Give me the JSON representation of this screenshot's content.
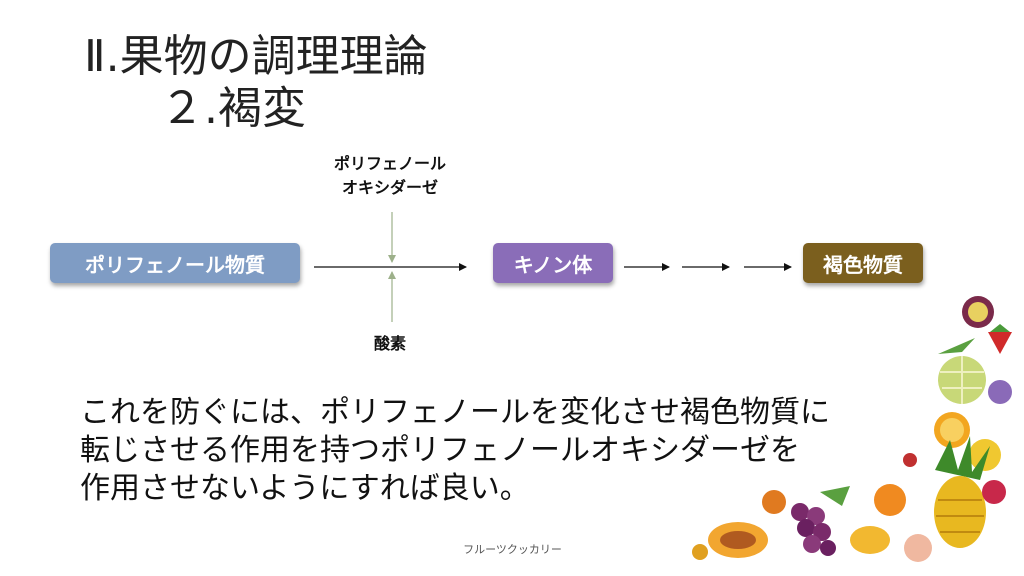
{
  "title": {
    "line1": "Ⅱ.果物の調理理論",
    "line2": "２.褐変"
  },
  "diagram": {
    "nodes": {
      "polyphenol": "ポリフェノール物質",
      "quinone": "キノン体",
      "brown": "褐色物質"
    },
    "enzyme_label": [
      "ポリフェノール",
      "オキシダーゼ"
    ],
    "oxygen_label": "酸素",
    "colors": {
      "polyphenol": "#7f9cc4",
      "quinone": "#8a6db8",
      "brown": "#7b5f1e",
      "arrow": "#111111",
      "input_arrow": "#9db08a"
    }
  },
  "body_text": [
    "これを防ぐには、ポリフェノールを変化させ褐色物質に",
    "転じさせる作用を持つポリフェノールオキシダーゼを",
    "作用させないようにすれば良い。"
  ],
  "footer": "フルーツクッカリー"
}
